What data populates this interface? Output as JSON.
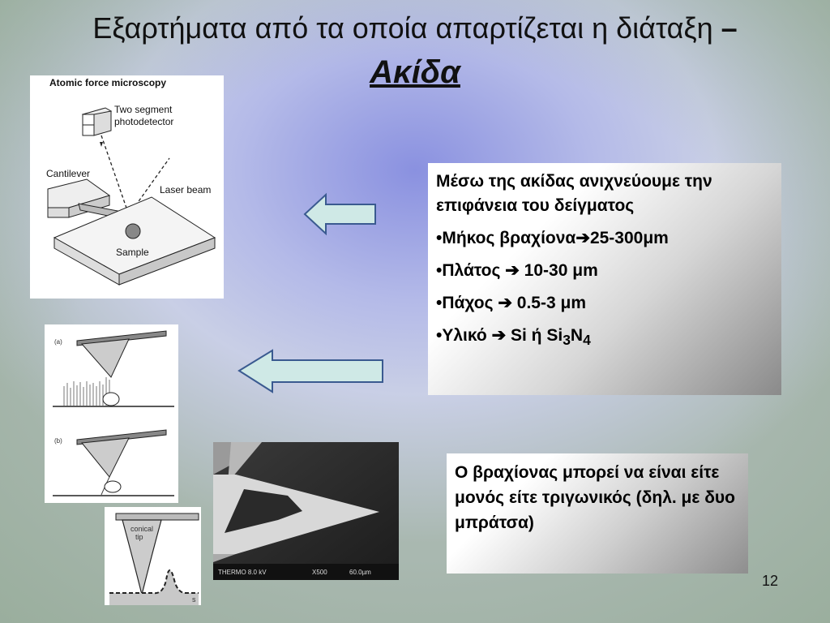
{
  "slide": {
    "title_line1": "Εξαρτήματα από τα οποία απαρτίζεται η διάταξη",
    "title_dash": "–",
    "title_line2": "Ακίδα",
    "page_number": "12"
  },
  "afm_diagram": {
    "heading": "Atomic force microscopy",
    "photodetector_l1": "Two segment",
    "photodetector_l2": "photodetector",
    "cantilever": "Cantilever",
    "laser": "Laser beam",
    "sample": "Sample"
  },
  "tip_diagram": {
    "label_a": "(a)",
    "label_b": "(b)"
  },
  "conical_diagram": {
    "label_l1": "conical",
    "label_l2": "tip",
    "surface": "s"
  },
  "sem_image": {
    "caption_l": "THERMO 8.0 kV",
    "caption_m": "X500",
    "caption_r": "60.0µm"
  },
  "info_box": {
    "intro": "Μέσω της ακίδας ανιχνεύουμε την επιφάνεια του δείγματος",
    "length": {
      "label": "•Μήκος  βραχίονα",
      "arrow": "➔",
      "value": "25-300μm"
    },
    "width": {
      "label": "•Πλάτος ",
      "arrow": "➔",
      "value": " 10-30 μm"
    },
    "thickness": {
      "label": "•Πάχος ",
      "arrow": "➔",
      "value": " 0.5-3 μm"
    },
    "material": {
      "label": "•Υλικό ",
      "arrow": "➔",
      "value_a": " Si ή Si",
      "sub3": "3",
      "n": "N",
      "sub4": "4"
    }
  },
  "note_box": {
    "text": "Ο βραχίονας μπορεί να είναι είτε μονός είτε τριγωνικός (δηλ. με δυο μπράτσα)"
  },
  "colors": {
    "arrow_fill": "#cfe9e6",
    "arrow_stroke": "#3a5a90"
  }
}
